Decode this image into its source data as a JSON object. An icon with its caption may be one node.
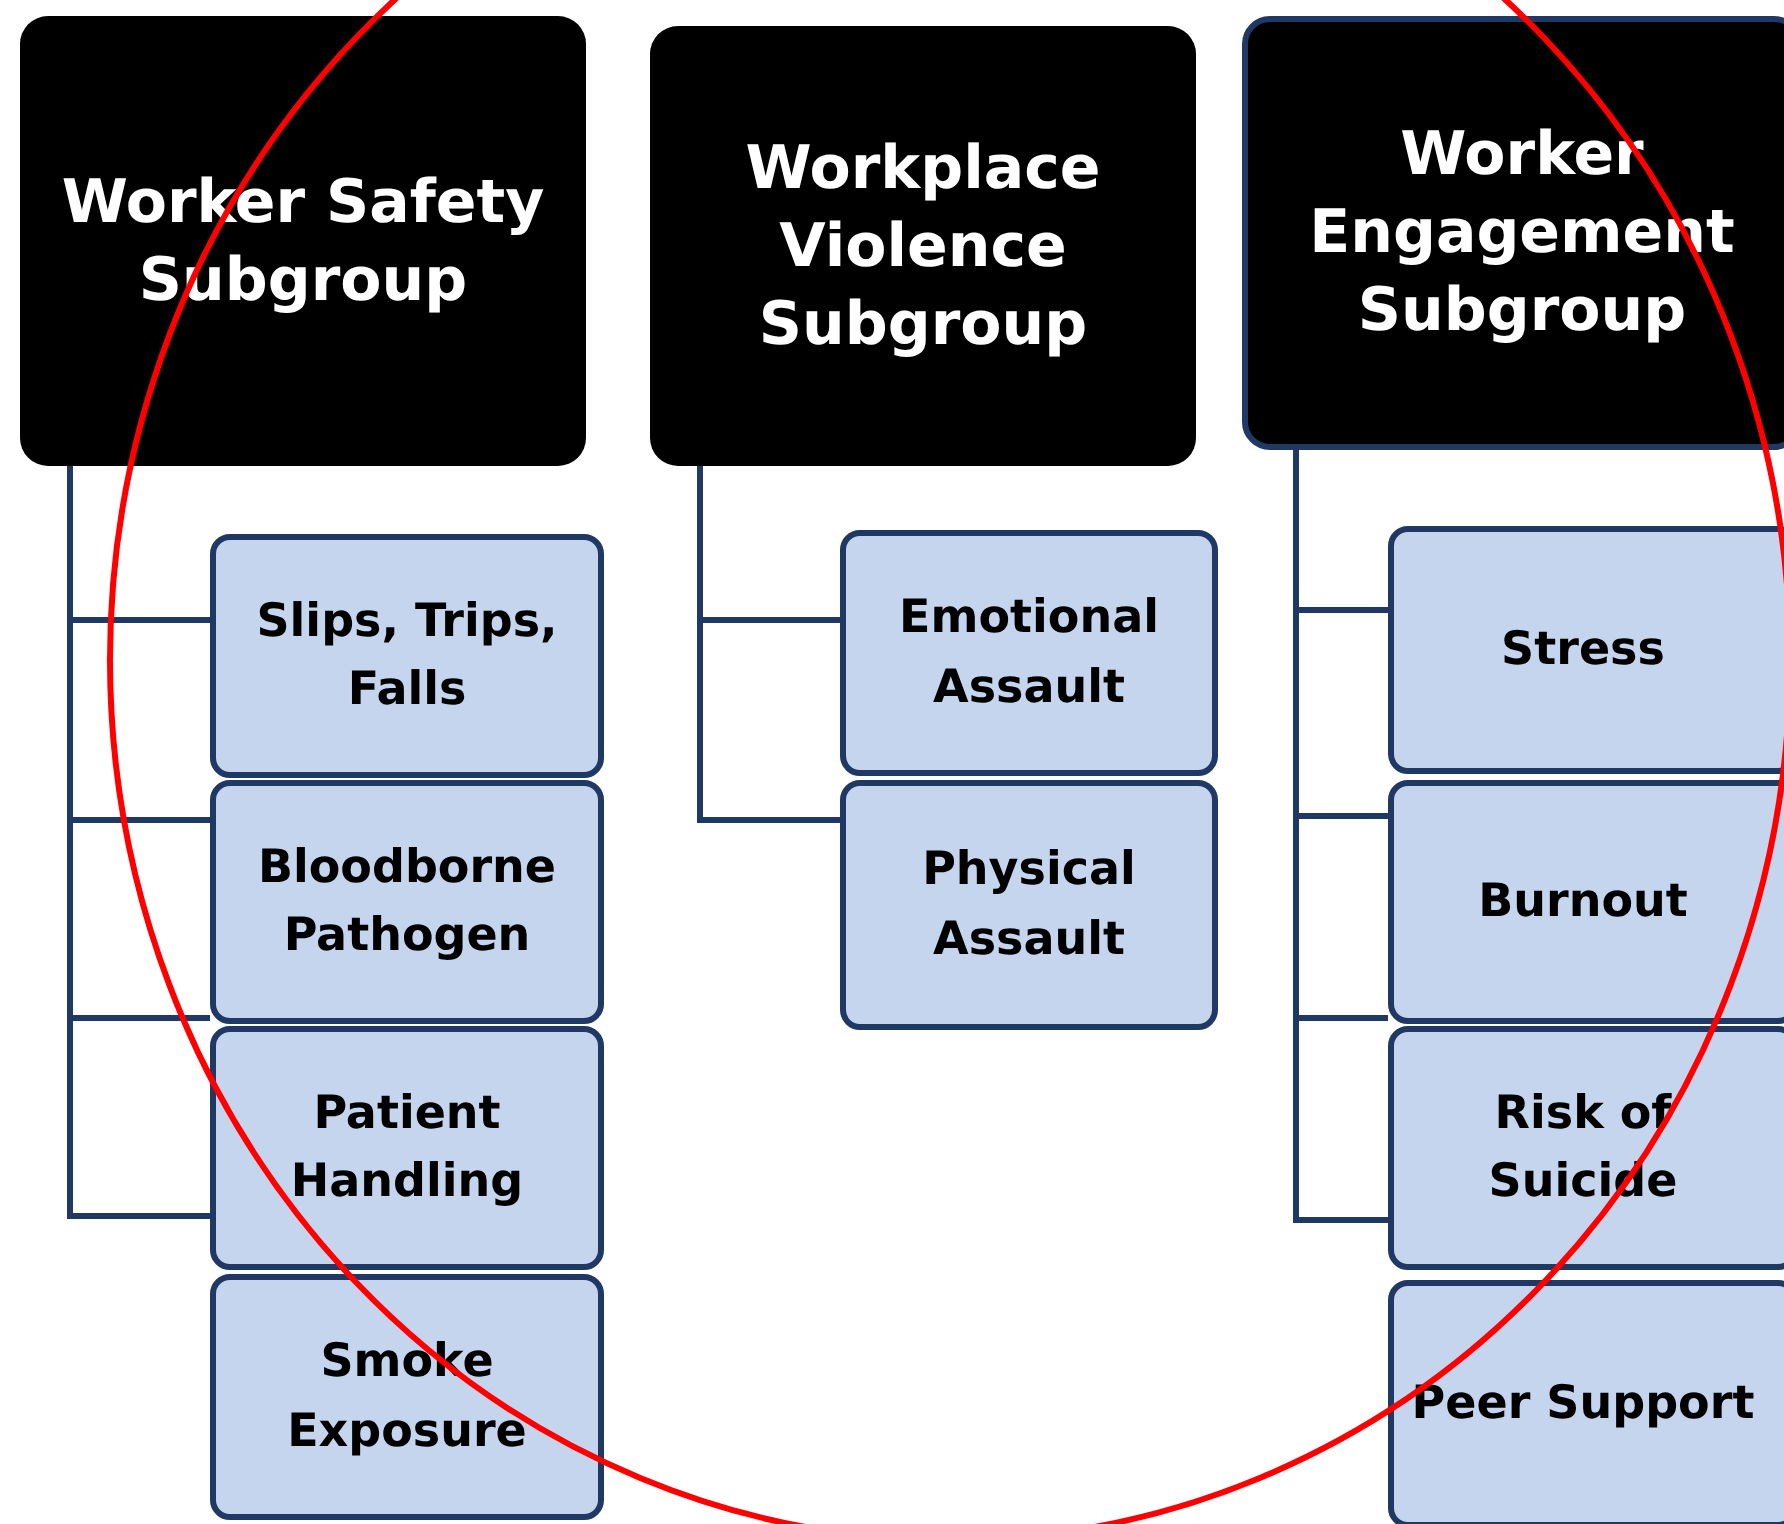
{
  "diagram": {
    "nodes": [
      {
        "text": [
          "Worker Safety Subgroup"
        ]
      },
      {
        "text": [
          "Workplace Violence Subgroup"
        ]
      },
      {
        "text": [
          "Worker Engagement Subgroup"
        ]
      },
      {
        "text": [
          "Slips, Trips, Falls"
        ]
      },
      {
        "text": [
          "Bloodborne Pathogen"
        ]
      },
      {
        "text": [
          "Patient Handling"
        ]
      },
      {
        "text": [
          "Smoke Exposure"
        ]
      },
      {
        "text": [
          "Emotional Assault"
        ]
      },
      {
        "text": [
          "Physical Assault"
        ]
      },
      {
        "text": [
          "Stress"
        ]
      },
      {
        "text": [
          "Burnout"
        ]
      },
      {
        "text": [
          "Risk of Suicide"
        ]
      },
      {
        "text": [
          "Peer Support"
        ]
      }
    ],
    "edges": [
      {
        "from": 0,
        "to": 3,
        "arrow": "none"
      },
      {
        "from": 0,
        "to": 4,
        "arrow": "none"
      },
      {
        "from": 0,
        "to": 4,
        "arrow": "none"
      },
      {
        "from": 0,
        "to": 5,
        "arrow": "none"
      },
      {
        "from": 1,
        "to": 7,
        "arrow": "none"
      },
      {
        "from": 1,
        "to": 8,
        "arrow": "none"
      },
      {
        "from": 2,
        "to": 9,
        "arrow": "none"
      },
      {
        "from": 2,
        "to": 10,
        "arrow": "none"
      },
      {
        "from": 2,
        "to": 10,
        "arrow": "none"
      },
      {
        "from": 2,
        "to": 11,
        "arrow": "none"
      }
    ]
  }
}
